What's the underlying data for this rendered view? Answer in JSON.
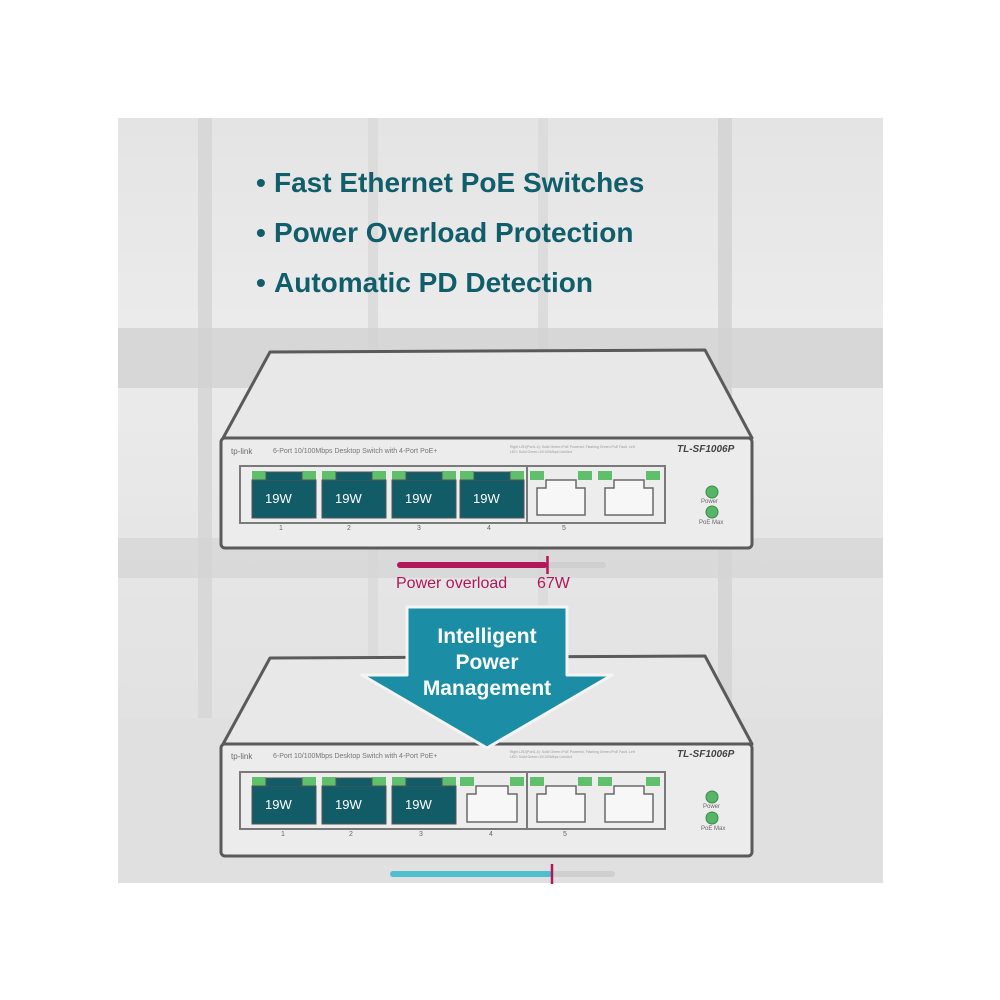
{
  "features": [
    "Fast Ethernet PoE Switches",
    "Power Overload Protection",
    "Automatic PD Detection"
  ],
  "bullet": "•",
  "switch": {
    "brand": "tp-link",
    "description": "6-Port 10/100Mbps Desktop Switch with 4-Port PoE+",
    "model": "TL-SF1006P",
    "led_note": "Right LED(Port1-4): Solid Green=PoE Powered, Flashing Green=PoE Fault. Left LED: Solid Green=10/100Mbps Link/Act",
    "port_numbers": [
      "1",
      "2",
      "3",
      "4",
      "5"
    ],
    "power_label": "Power",
    "poe_max_label": "PoE Max"
  },
  "top": {
    "port_watts": [
      "19W",
      "19W",
      "19W",
      "19W"
    ],
    "overload_label": "Power overload",
    "overload_value": "67W",
    "load_fraction": 0.72
  },
  "arrow_lines": [
    "Intelligent",
    "Power",
    "Management"
  ],
  "bottom": {
    "port_watts": [
      "19W",
      "19W",
      "19W"
    ],
    "load_fraction": 0.72
  },
  "colors": {
    "heading": "#105e6a",
    "overload": "#b1175a",
    "arrow": "#1b8ea5",
    "port_active": "#125c68",
    "led": "#56b566",
    "bar_normal": "#4dbfcf"
  }
}
